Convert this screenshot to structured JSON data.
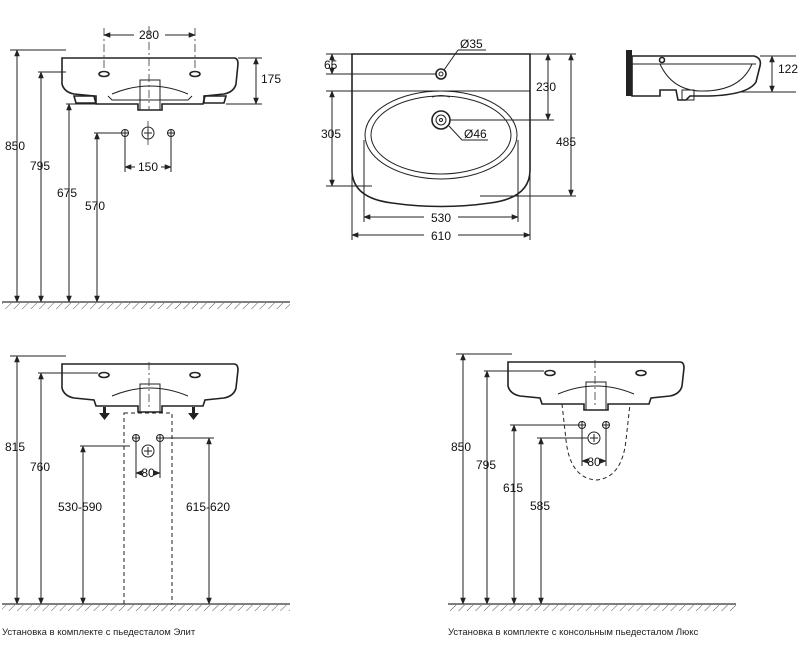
{
  "top_left": {
    "dim_width": "280",
    "dim_bowl_height": "175",
    "dim_total": "850",
    "dim_rim": "795",
    "dim_outlet": "675",
    "dim_water": "570",
    "dim_supply_spacing": "150"
  },
  "top_view": {
    "dim_tap_hole": "Ø35",
    "dim_back": "65",
    "dim_front": "230",
    "dim_bowl_depth": "305",
    "dim_total_depth": "485",
    "dim_drain": "Ø46",
    "dim_inner_width": "530",
    "dim_total_width": "610"
  },
  "section_view": {
    "dim_depth": "122"
  },
  "bottom_left": {
    "dim_total": "815",
    "dim_rim": "760",
    "dim_water_range": "530-590",
    "dim_outlet_range": "615-620",
    "dim_spacing": "80",
    "caption": "Установка в комплекте с пьедесталом Элит"
  },
  "bottom_right": {
    "dim_total": "850",
    "dim_rim": "795",
    "dim_water": "615",
    "dim_outlet": "585",
    "dim_spacing": "80",
    "caption": "Установка в комплекте с консольным пьедесталом Люкс"
  }
}
